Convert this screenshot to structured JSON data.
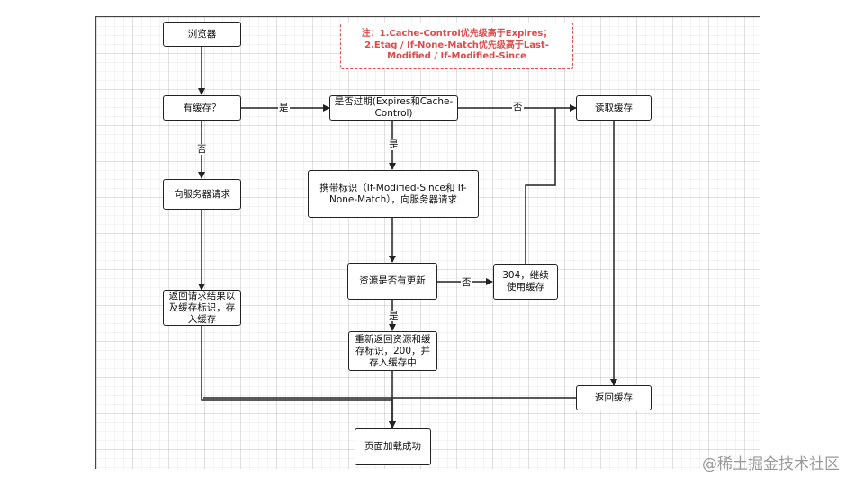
{
  "note": {
    "line1": "注：1.Cache-Control优先级高于Expires；",
    "line2": "2.Etag / If-None-Match优先级高于Last-Modified / If-Modified-Since"
  },
  "nodes": {
    "browser": "浏览器",
    "has_cache": "有缓存？",
    "expired": "是否过期(Expires和Cache-Control)",
    "read_cache": "读取缓存",
    "request_server": "向服务器请求",
    "conditional_request": "携带标识（If-Modified-Since和 If-None-Match），向服务器请求",
    "resource_updated": "资源是否有更新",
    "status_304": "304，继续使用缓存",
    "return_result": "返回请求结果以及缓存标识，存入缓存",
    "status_200": "重新返回资源和缓存标识，200，并存入缓存中",
    "return_cache": "返回缓存",
    "page_loaded": "页面加载成功"
  },
  "edge_labels": {
    "yes_has_cache": "是",
    "no_has_cache": "否",
    "no_expired": "否",
    "yes_expired": "是",
    "no_updated": "否",
    "yes_updated": "是"
  },
  "watermark": "@稀土掘金技术社区"
}
